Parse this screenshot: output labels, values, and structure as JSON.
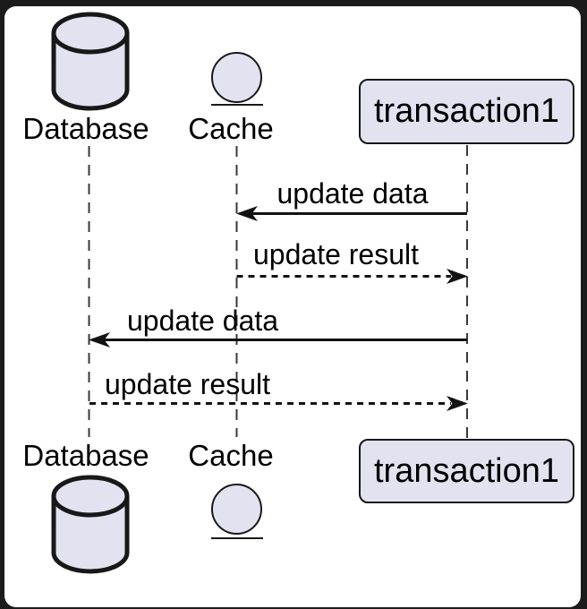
{
  "diagram": {
    "type": "sequence-diagram",
    "participants": [
      {
        "id": "database",
        "label": "Database",
        "kind": "database-cylinder"
      },
      {
        "id": "cache",
        "label": "Cache",
        "kind": "entity-circle"
      },
      {
        "id": "transaction1",
        "label": "transaction1",
        "kind": "participant-box"
      }
    ],
    "messages": [
      {
        "from": "transaction1",
        "to": "cache",
        "label": "update data",
        "line": "solid"
      },
      {
        "from": "cache",
        "to": "transaction1",
        "label": "update result",
        "line": "dashed"
      },
      {
        "from": "transaction1",
        "to": "database",
        "label": "update data",
        "line": "solid"
      },
      {
        "from": "database",
        "to": "transaction1",
        "label": "update result",
        "line": "dashed"
      }
    ],
    "colors": {
      "frame_background": "#1b1b1b",
      "canvas_background": "#ffffff",
      "shape_fill": "#e2e2f0",
      "stroke": "#181818",
      "lifeline": "#383838",
      "text": "#000000"
    }
  }
}
